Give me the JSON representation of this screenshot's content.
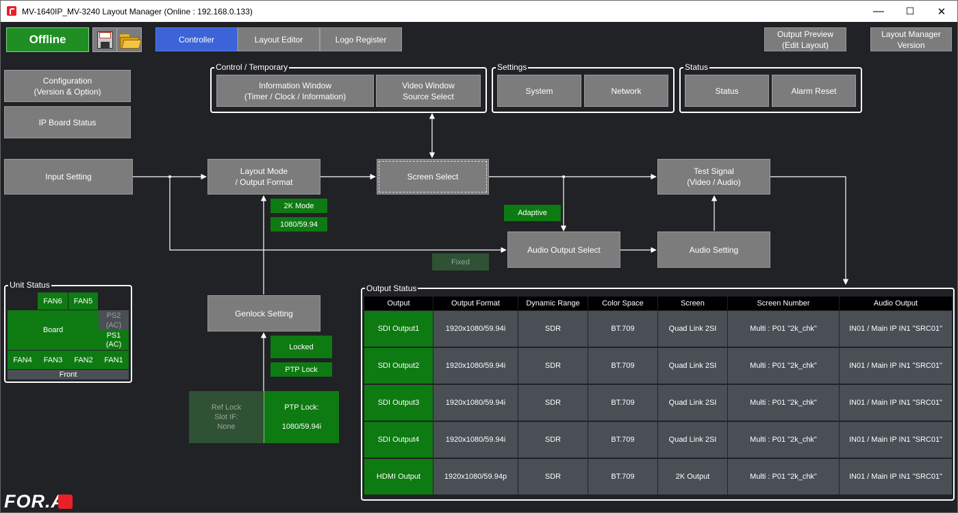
{
  "window": {
    "title": "MV-1640IP_MV-3240 Layout Manager (Online : 192.168.0.133)",
    "minimize": "—",
    "maximize": "☐",
    "close": "✕"
  },
  "toolbar": {
    "offline_label": "Offline",
    "tabs": [
      "Controller",
      "Layout Editor",
      "Logo Register"
    ],
    "output_preview_label": "Output Preview\n(Edit Layout)",
    "version_label": "Layout Manager\nVersion"
  },
  "left": {
    "configuration_label": "Configuration\n(Version & Option)",
    "ip_board_label": "IP Board Status"
  },
  "control_group": {
    "label": "Control / Temporary",
    "info_window_label": "Information Window\n(Timer / Clock / Information)",
    "video_window_label": "Video Window\nSource Select"
  },
  "settings_group": {
    "label": "Settings",
    "system_label": "System",
    "network_label": "Network"
  },
  "status_group": {
    "label": "Status",
    "status_label": "Status",
    "alarm_reset_label": "Alarm Reset"
  },
  "flow": {
    "input_setting": "Input Setting",
    "layout_mode": "Layout Mode\n/ Output Format",
    "screen_select": "Screen Select",
    "test_signal": "Test Signal\n(Video / Audio)",
    "audio_output_select": "Audio Output Select",
    "audio_setting": "Audio Setting",
    "genlock_setting": "Genlock Setting",
    "mode_2k": "2K Mode",
    "format_1080": "1080/59.94",
    "adaptive": "Adaptive",
    "fixed": "Fixed",
    "locked": "Locked",
    "ptp_lock": "PTP Lock",
    "ref_lock": "Ref Lock\nSlot IF:\nNone",
    "ptp_lock_detail": "PTP Lock:\n\n1080/59.94i"
  },
  "unit_status": {
    "label": "Unit Status",
    "fan6": "FAN6",
    "fan5": "FAN5",
    "board": "Board",
    "ps2": "PS2\n(AC)",
    "ps1": "PS1\n(AC)",
    "fan4": "FAN4",
    "fan3": "FAN3",
    "fan2": "FAN2",
    "fan1": "FAN1",
    "front": "Front"
  },
  "output_status": {
    "label": "Output Status",
    "columns": [
      "Output",
      "Output Format",
      "Dynamic Range",
      "Color Space",
      "Screen",
      "Screen Number",
      "Audio Output"
    ],
    "rows": [
      [
        "SDI Output1",
        "1920x1080/59.94i",
        "SDR",
        "BT.709",
        "Quad Link 2SI",
        "Multi : P01 \"2k_chk\"",
        "IN01 / Main IP IN1 \"SRC01\""
      ],
      [
        "SDI Output2",
        "1920x1080/59.94i",
        "SDR",
        "BT.709",
        "Quad Link 2SI",
        "Multi : P01 \"2k_chk\"",
        "IN01 / Main IP IN1 \"SRC01\""
      ],
      [
        "SDI Output3",
        "1920x1080/59.94i",
        "SDR",
        "BT.709",
        "Quad Link 2SI",
        "Multi : P01 \"2k_chk\"",
        "IN01 / Main IP IN1 \"SRC01\""
      ],
      [
        "SDI Output4",
        "1920x1080/59.94i",
        "SDR",
        "BT.709",
        "Quad Link 2SI",
        "Multi : P01 \"2k_chk\"",
        "IN01 / Main IP IN1 \"SRC01\""
      ],
      [
        "HDMI Output",
        "1920x1080/59.94p",
        "SDR",
        "BT.709",
        "2K Output",
        "Multi : P01 \"2k_chk\"",
        "IN01 / Main IP IN1 \"SRC01\""
      ]
    ]
  },
  "logo": "FOR.A",
  "colors": {
    "background": "#202225",
    "button": "#7c7c7c",
    "active_tab": "#3c64d8",
    "ok_green": "#0e7a12",
    "offline_green": "#1f8f23",
    "logo_red": "#e8202a"
  }
}
